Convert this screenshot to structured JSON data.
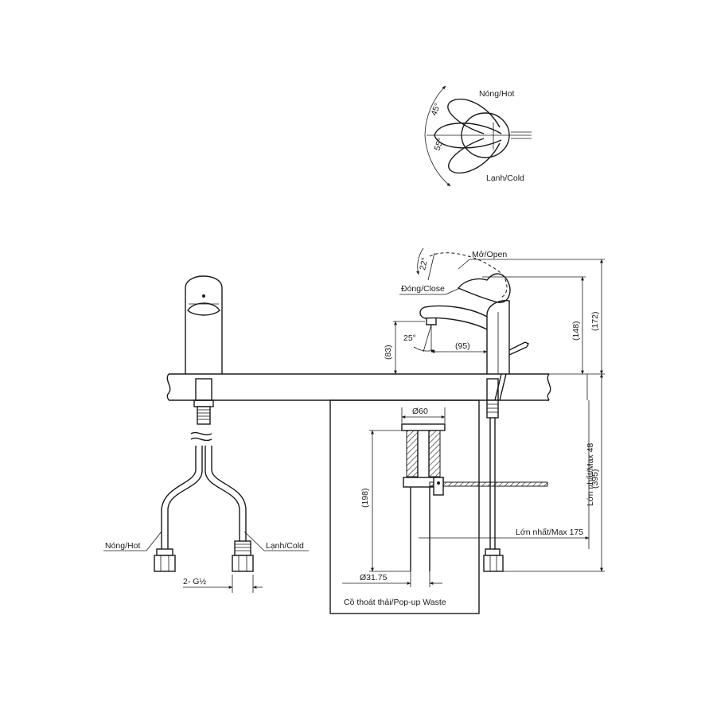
{
  "plan_view": {
    "hot_label": "Nóng/Hot",
    "cold_label": "Lạnh/Cold",
    "angle_hot": "45°",
    "angle_cold": "55°"
  },
  "side_view": {
    "open_label": "Mở/Open",
    "close_label": "Đóng/Close",
    "angle_lever": "22°",
    "angle_spout": "25°",
    "dim_spout_reach": "(95)",
    "dim_spout_height": "(83)",
    "dim_lever_height": "(148)",
    "dim_total_height": "(172)",
    "dim_overall": "(395)",
    "max_deck_thickness": "Lớn nhất/Max 48",
    "max_hose_length": "Lớn nhất/Max 175"
  },
  "front_view": {
    "hot_label": "Nóng/Hot",
    "cold_label": "Lạnh/Cold",
    "thread_label": "2- G½"
  },
  "popup_waste": {
    "title": "Cồ thoát thải/Pop-up Waste",
    "dim_top_diameter": "Ø60",
    "dim_length": "(198)",
    "dim_bottom_diameter": "Ø31.75"
  }
}
